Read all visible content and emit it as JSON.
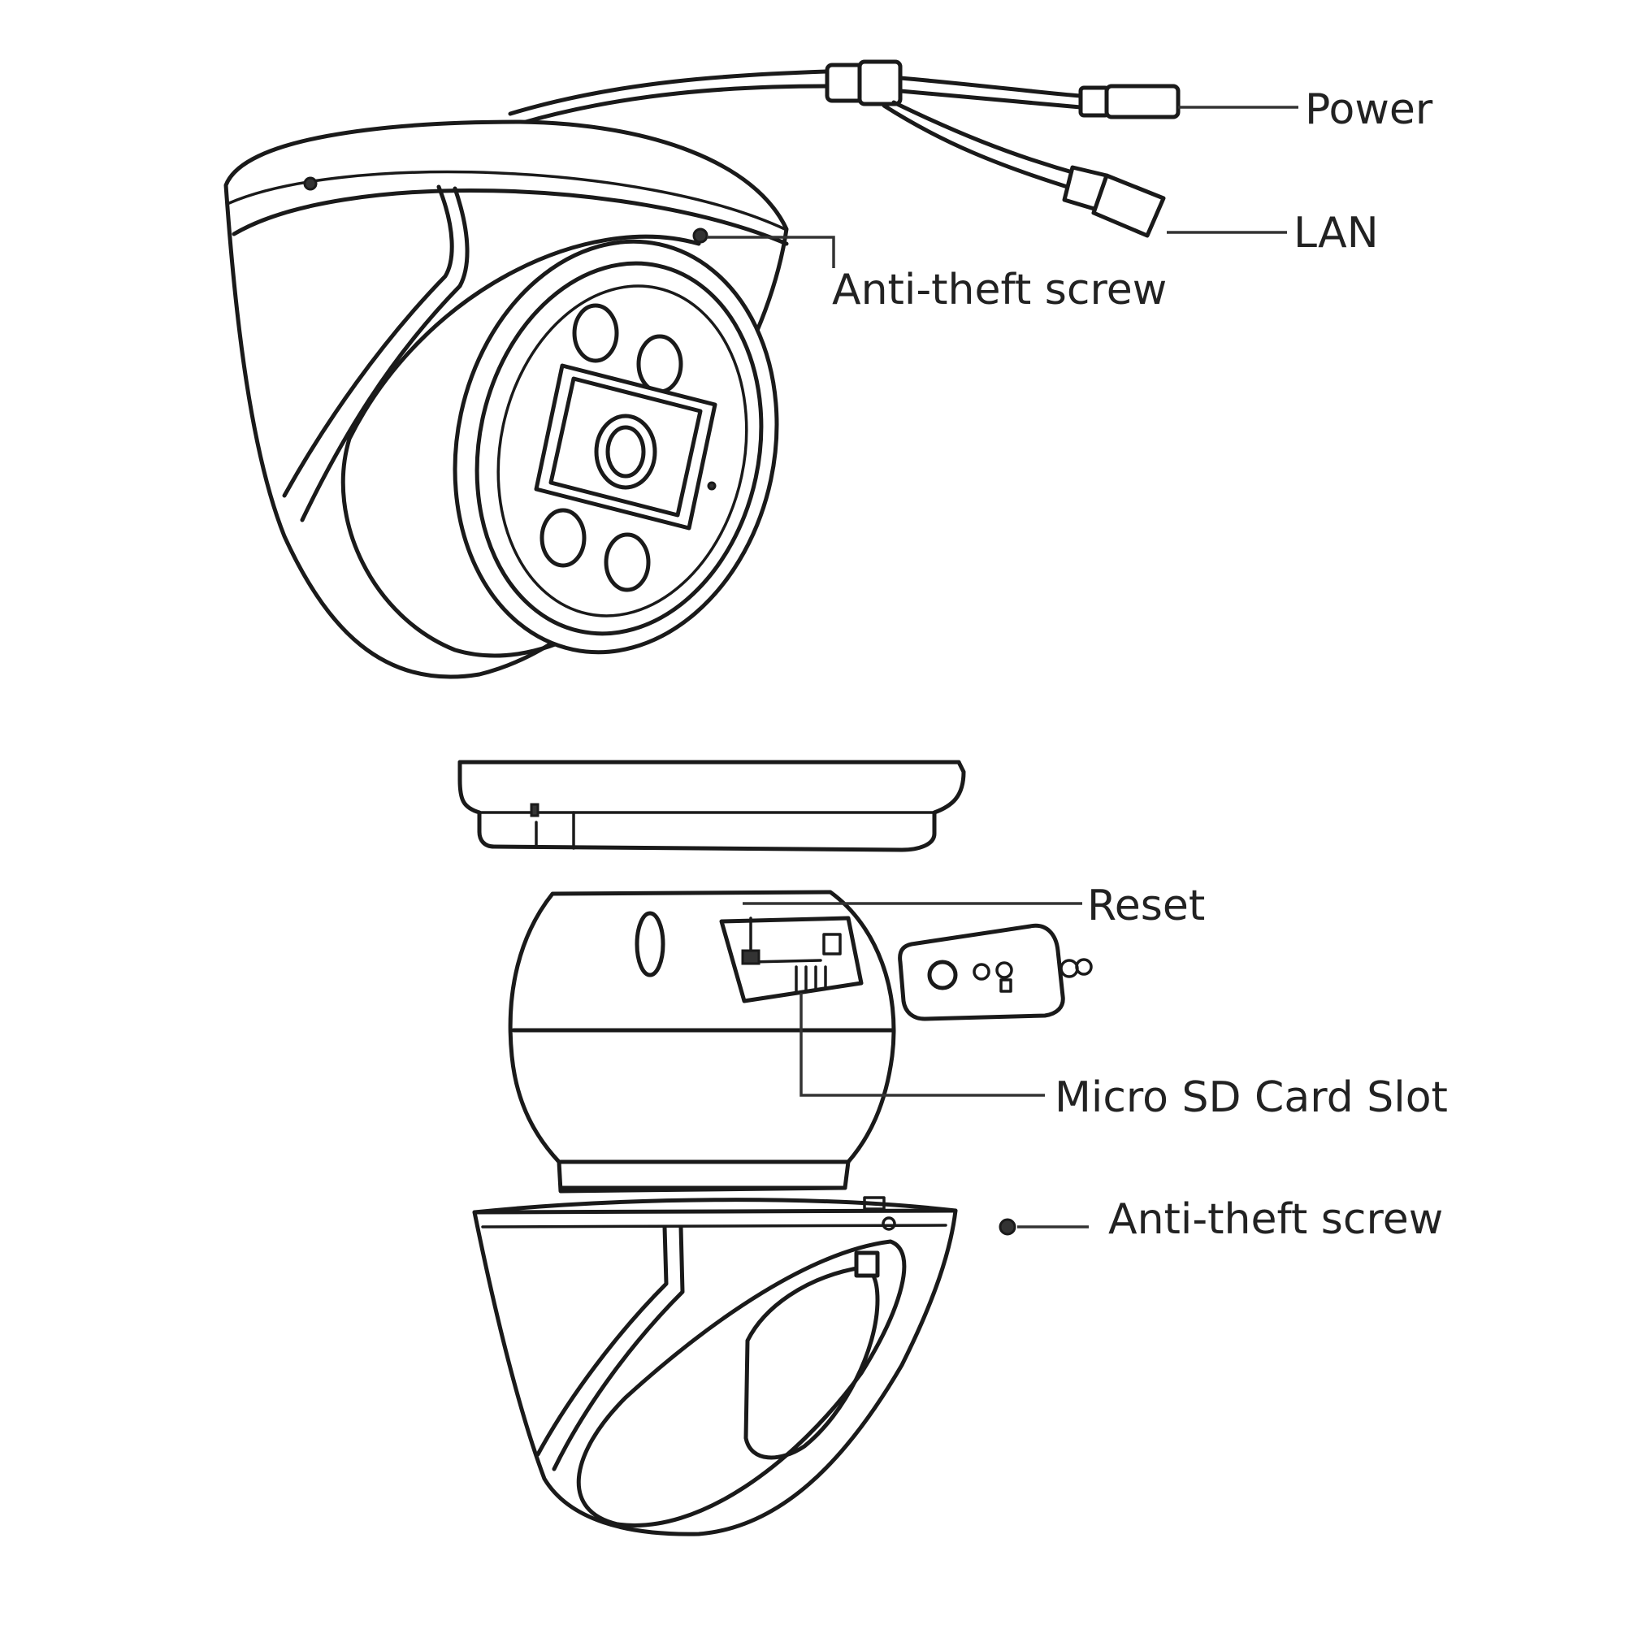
{
  "labels": {
    "power": "Power",
    "lan": "LAN",
    "anti_theft_screw_top": "Anti-theft screw",
    "reset": "Reset",
    "micro_sd_card_slot": "Micro SD Card Slot",
    "anti_theft_screw_bottom": "Anti-theft screw"
  }
}
